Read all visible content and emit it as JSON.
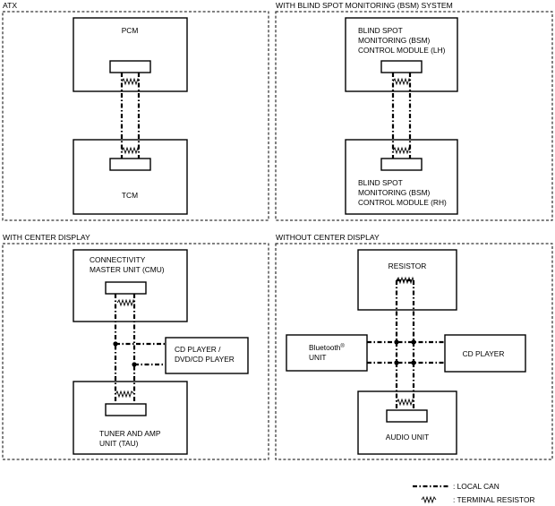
{
  "sections": {
    "atx": {
      "title": "ATX",
      "pcm": "PCM",
      "tcm": "TCM"
    },
    "bsm": {
      "title": "WITH BLIND SPOT MONITORING (BSM) SYSTEM",
      "lh": [
        "BLIND SPOT",
        "MONITORING (BSM)",
        "CONTROL MODULE (LH)"
      ],
      "rh": [
        "BLIND SPOT",
        "MONITORING (BSM)",
        "CONTROL MODULE (RH)"
      ]
    },
    "center": {
      "title": "WITH CENTER DISPLAY",
      "cmu": [
        "CONNECTIVITY",
        "MASTER UNIT (CMU)"
      ],
      "cd": [
        "CD PLAYER /",
        "DVD/CD PLAYER"
      ],
      "tau": [
        "TUNER AND AMP",
        "UNIT (TAU)"
      ]
    },
    "nocenter": {
      "title": "WITHOUT CENTER DISPLAY",
      "resistor": "RESISTOR",
      "bluetooth": "Bluetooth",
      "bluetooth_mark": "®",
      "bluetooth_unit": "UNIT",
      "cd": "CD PLAYER",
      "audio": "AUDIO UNIT"
    }
  },
  "legend": {
    "can": ": LOCAL CAN",
    "resistor": ": TERMINAL RESISTOR"
  }
}
